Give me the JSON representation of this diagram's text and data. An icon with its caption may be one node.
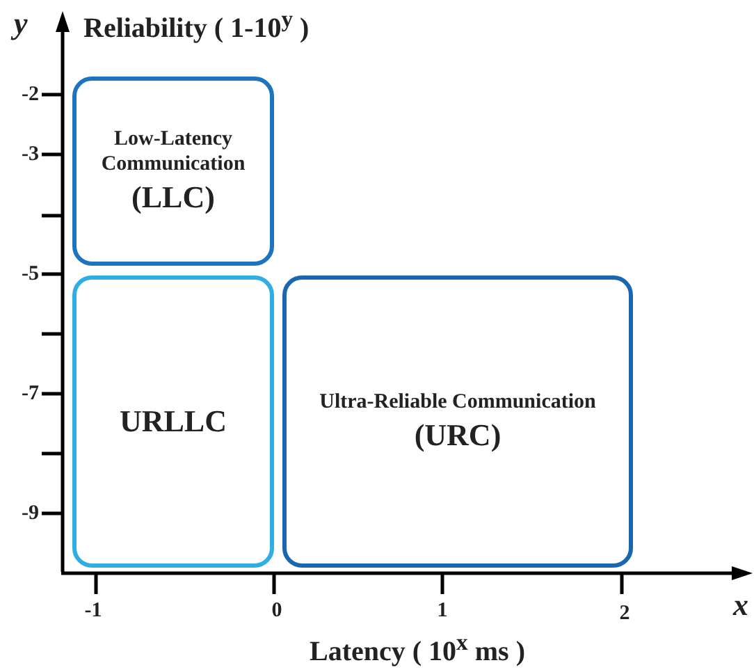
{
  "diagram": {
    "nodes": [
      {
        "text": [
          "Low-Latency Communication",
          "(LLC)"
        ]
      },
      {
        "text": [
          "URLLC"
        ]
      },
      {
        "text": [
          "Ultra-Reliable Communication",
          "(URC)"
        ]
      }
    ],
    "labels": [
      "y",
      "Reliability  ( 1-10$^{y}$ )",
      "-2",
      "-3",
      "-5",
      "-7",
      "-9",
      "-1",
      "0",
      "1",
      "2",
      "x",
      "Latency ( 10$^{x}$ ms )"
    ]
  }
}
